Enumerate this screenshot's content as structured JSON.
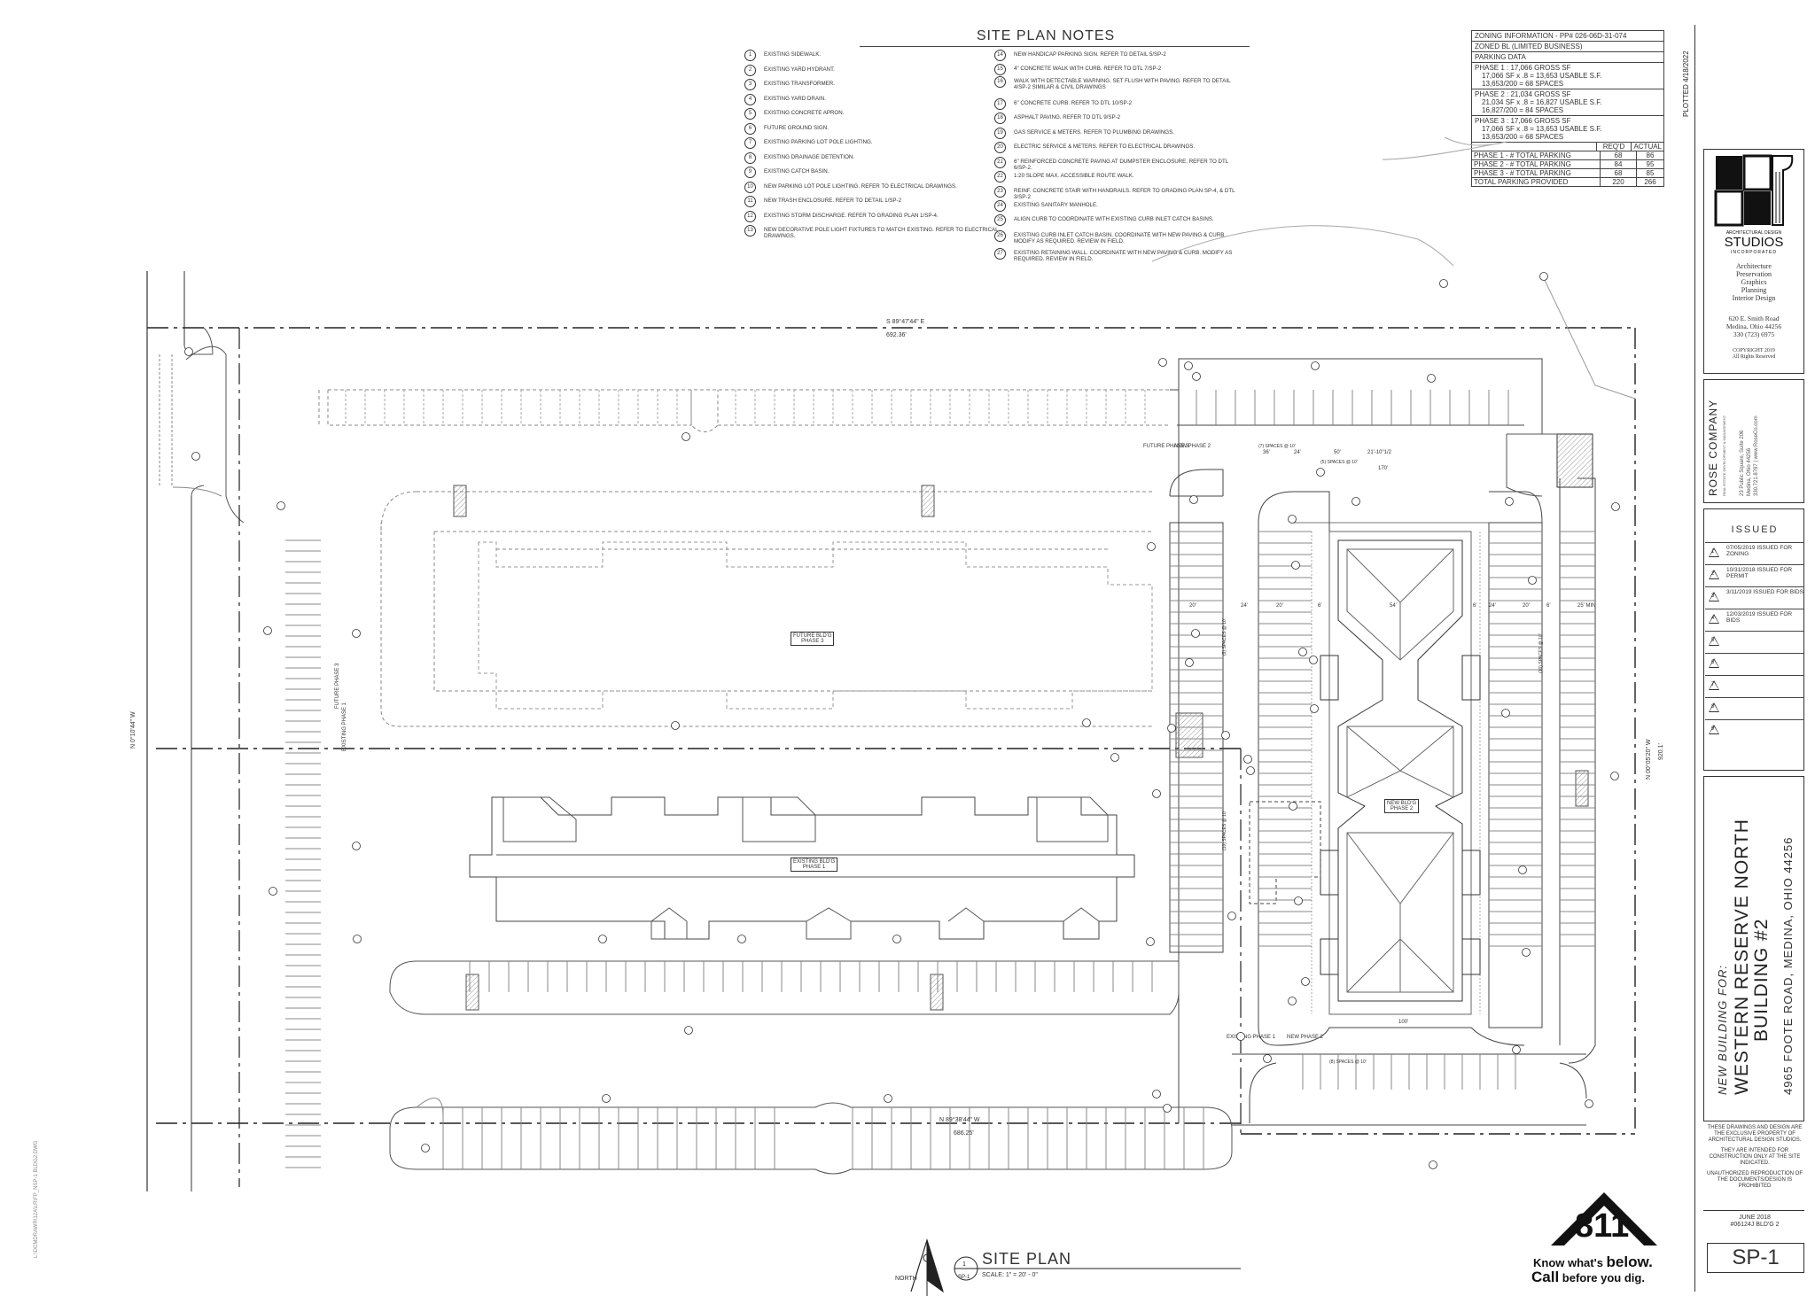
{
  "site_plan_notes": {
    "title": "SITE PLAN NOTES",
    "left": [
      {
        "n": "1",
        "text": "EXISTING SIDEWALK."
      },
      {
        "n": "2",
        "text": "EXISTING YARD HYDRANT."
      },
      {
        "n": "3",
        "text": "EXISTING TRANSFORMER."
      },
      {
        "n": "4",
        "text": "EXISTING YARD DRAIN."
      },
      {
        "n": "5",
        "text": "EXISTING CONCRETE APRON."
      },
      {
        "n": "6",
        "text": "FUTURE GROUND SIGN."
      },
      {
        "n": "7",
        "text": "EXISTING PARKING LOT POLE LIGHTING."
      },
      {
        "n": "8",
        "text": "EXISTING DRAINAGE DETENTION."
      },
      {
        "n": "9",
        "text": "EXISTING CATCH BASIN."
      },
      {
        "n": "10",
        "text": "NEW PARKING LOT POLE LIGHTING.  REFER TO ELECTRICAL DRAWINGS."
      },
      {
        "n": "11",
        "text": "NEW TRASH ENCLOSURE.  REFER TO DETAIL 1/SP-2"
      },
      {
        "n": "12",
        "text": "EXISTING STORM DISCHARGE.  REFER TO GRADING PLAN 1/SP-4."
      },
      {
        "n": "13",
        "text": "NEW DECORATIVE POLE LIGHT FIXTURES TO MATCH EXISTING.  REFER TO ELECTRICAL DRAWINGS."
      }
    ],
    "right": [
      {
        "n": "14",
        "text": "NEW HANDICAP PARKING SIGN.  REFER TO DETAIL 5/SP-2"
      },
      {
        "n": "15",
        "text": "4\" CONCRETE WALK WITH CURB.  REFER TO DTL 7/SP-2"
      },
      {
        "n": "16",
        "text": "WALK WITH DETECTABLE WARNING.  SET FLUSH WITH PAVING.  REFER TO DETAIL 4/SP-2 SIMILAR & CIVIL DRAWINGS"
      },
      {
        "n": "17",
        "text": "6\" CONCRETE CURB.  REFER TO DTL 10/SP-2"
      },
      {
        "n": "18",
        "text": "ASPHALT PAVING.  REFER TO DTL 9/SP-2"
      },
      {
        "n": "19",
        "text": "GAS SERVICE & METERS.  REFER TO PLUMBING DRAWINGS."
      },
      {
        "n": "20",
        "text": "ELECTRIC SERVICE & METERS.  REFER TO ELECTRICAL DRAWINGS."
      },
      {
        "n": "21",
        "text": "6\" REINFORCED CONCRETE PAVING AT DUMPSTER ENCLOSURE.  REFER TO DTL 6/SP-2."
      },
      {
        "n": "22",
        "text": "1:20 SLOPE MAX. ACCESSIBLE ROUTE WALK."
      },
      {
        "n": "23",
        "text": "REINF. CONCRETE STAIR WITH HANDRAILS.  REFER TO GRADING PLAN SP-4, & DTL 3/SP-2"
      },
      {
        "n": "24",
        "text": "EXISTING SANITARY MANHOLE."
      },
      {
        "n": "25",
        "text": "ALIGN CURB TO COORDINATE WITH EXISTING CURB INLET CATCH BASINS."
      },
      {
        "n": "26",
        "text": "EXISTING CURB INLET CATCH BASIN.  COORDINATE WITH NEW PAVING & CURB.  MODIFY AS REQUIRED.  REVIEW IN FIELD."
      },
      {
        "n": "27",
        "text": "EXISTING RETAINING WALL.  COORDINATE WITH NEW PAVING & CURB.  MODIFY AS REQUIRED.  REVIEW IN FIELD."
      }
    ]
  },
  "zoning": {
    "header1": "ZONING INFORMATION - PP# 026-06D-31-074",
    "header2": "ZONED BL (LIMITED BUSINESS)",
    "header3": "PARKING DATA",
    "phase1": [
      "PHASE 1 :  17,066 GROSS SF",
      "17,066 SF x .8 = 13,653 USABLE S.F.",
      "13,653/200 = 68 SPACES"
    ],
    "phase2": [
      "PHASE 2 :  21,034 GROSS SF",
      "21,034 SF x .8 = 16,827 USABLE S.F.",
      "16,827/200 = 84 SPACES"
    ],
    "phase3": [
      "PHASE 3 :  17,066 GROSS SF",
      "17,066 SF x .8 = 13,653 USABLE S.F.",
      "13,653/200 = 68 SPACES"
    ],
    "col_reqd": "REQ'D",
    "col_actual": "ACTUAL",
    "rows": [
      {
        "label": "PHASE 1 - # TOTAL PARKING",
        "reqd": "68",
        "actual": "86"
      },
      {
        "label": "PHASE 2 - # TOTAL PARKING",
        "reqd": "84",
        "actual": "95"
      },
      {
        "label": "PHASE 3 - # TOTAL PARKING",
        "reqd": "68",
        "actual": "85"
      },
      {
        "label": "TOTAL PARKING PROVIDED",
        "reqd": "220",
        "actual": "266"
      }
    ]
  },
  "title_block": {
    "plotted": "PLOTTED 4/18/2022",
    "firm_small": "ARCHITECTURAL DESIGN",
    "firm_big": "STUDIOS",
    "firm_sub": "INCORPORATED",
    "services": [
      "Architecture",
      "Preservation",
      "Graphics",
      "Planning",
      "Interior Design"
    ],
    "address": [
      "620 E. Smith Road",
      "Medina, Ohio   44256",
      "330 (723) 6975"
    ],
    "copyright": [
      "COPYRIGHT 2019",
      "All Rights Reserved"
    ],
    "rose_name": "ROSE COMPANY",
    "rose_sub": "REAL ESTATE DEVELOPMENT & MANAGEMENT",
    "rose_addr": [
      "23 Public Square, Suite 206",
      "Medina, Ohio 44256",
      "330.721.8787 | www.RoseCo.com"
    ],
    "issued_title": "ISSUED",
    "issues": [
      {
        "n": "1",
        "text": "07/05/2019 ISSUED FOR ZONING"
      },
      {
        "n": "2",
        "text": "10/31/2018 ISSUED FOR PERMIT"
      },
      {
        "n": "3",
        "text": "3/11/2019 ISSUED FOR BIDS"
      },
      {
        "n": "4",
        "text": "12/03/2019 ISSUED FOR BIDS"
      },
      {
        "n": "5",
        "text": ""
      },
      {
        "n": "6",
        "text": ""
      },
      {
        "n": "7",
        "text": ""
      },
      {
        "n": "8",
        "text": ""
      },
      {
        "n": "9",
        "text": ""
      }
    ],
    "project_label": "NEW BUILDING FOR:",
    "project_name_1": "WESTERN RESERVE NORTH",
    "project_name_2": "BUILDING #2",
    "project_address": "4965 FOOTE ROAD, MEDINA, OHIO 44256",
    "disclaimer": [
      "THESE DRAWINGS AND DESIGN ARE THE EXCLUSIVE PROPERTY OF ARCHITECTURAL DESIGN STUDIOS.",
      "THEY ARE INTENDED FOR CONSTRUCTION ONLY AT THE SITE INDICATED.",
      "UNAUTHORIZED REPRODUCTION OF THE DOCUMENTS/DESIGN IS PROHIBITED"
    ],
    "date": "JUNE 2018",
    "job": "#06124J BLD'G 2",
    "sheet": "SP-1"
  },
  "plan": {
    "title": "SITE PLAN",
    "scale": "SCALE: 1\" = 20' - 0\"",
    "north": "NORTH",
    "detail_num": "1",
    "detail_sheet": "SP-1",
    "bearing_top": "S 89°47'44\" E",
    "dist_top": "692.36'",
    "bearing_bottom": "N 89°38'44\" W",
    "dist_bottom": "686.25'",
    "bearing_left": "N 0°10'44\" W",
    "bearing_right": "N 00°05'20\" W",
    "dist_right": "920.1'",
    "future_bldg": [
      "FUTURE BLD'G",
      "PHASE 3"
    ],
    "existing_bldg": [
      "EXISTING BLD'G",
      "PHASE 1"
    ],
    "new_bldg": [
      "NEW BLD'G",
      "PHASE 2"
    ],
    "phase_labels": {
      "future_phase3": "FUTURE PHASE 3",
      "new_phase2": "NEW PHASE 2",
      "existing_phase1": "EXISTING PHASE 1",
      "new_phase2b": "NEW PHASE 2",
      "existing_phase1_left": "EXISTING PHASE 1",
      "future_phase3_left": "FUTURE PHASE 3"
    },
    "dims": [
      "36'",
      "24'",
      "50'",
      "21'-10\"1/2",
      "20'",
      "24'",
      "20'",
      "6'",
      "54'",
      "6'",
      "24'",
      "20'",
      "6'",
      "25' MIN",
      "100'",
      "170'"
    ],
    "space_counts": [
      "(7) SPACES @ 10'",
      "(5) SPACES @ 10'",
      "(9) SPACES @ 10'",
      "(10) SPACES @ 10'",
      "(10) SPACES @ 10'",
      "(8) SPACES @ 10'"
    ]
  },
  "call811": {
    "logo": "811",
    "line1_a": "Know what's ",
    "line1_b": "below.",
    "line2_a": "Call",
    "line2_b": " before you dig."
  },
  "side_code": "L:\\DCMDRAWR\\12A\\LR\\FP_NSP-1 BLDG2.DWG",
  "colors": {
    "ink": "#333333",
    "light_ink": "#888888",
    "hatch": "#999999"
  }
}
